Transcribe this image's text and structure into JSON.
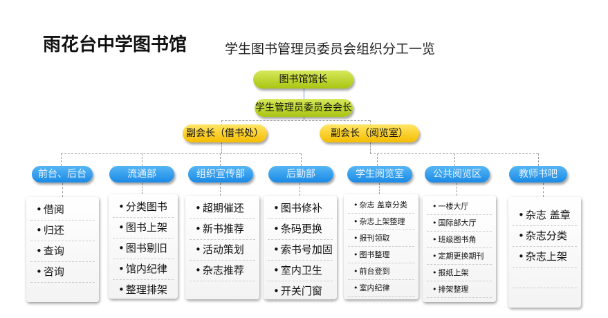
{
  "title": "雨花台中学图书馆",
  "subtitle": "学生图书管理员委员会组织分工一览",
  "top": "图书馆馆长",
  "chair": "学生管理员委员会会长",
  "vice": [
    "副会长（借书处）",
    "副会长（阅览室）"
  ],
  "departments": [
    {
      "name": "前台、后台",
      "items": [
        "借阅",
        "归还",
        "查询",
        "咨询"
      ]
    },
    {
      "name": "流通部",
      "items": [
        "分类图书",
        "图书上架",
        "图书剔旧",
        "馆内纪律",
        "整理排架"
      ]
    },
    {
      "name": "组织宣传部",
      "items": [
        "超期催还",
        "新书推荐",
        "活动策划",
        "杂志推荐"
      ]
    },
    {
      "name": "后勤部",
      "items": [
        "图书修补",
        "条码更换",
        "索书号加固",
        "室内卫生",
        "开关门窗"
      ]
    },
    {
      "name": "学生阅览室",
      "items": [
        "杂志 盖章分类",
        "杂志上架整理",
        "报刊领取",
        "图书整理",
        "前台登到",
        "室内纪律"
      ]
    },
    {
      "name": "公共阅览区",
      "items": [
        "一楼大厅",
        "国际部大厅",
        "班级图书角",
        "定期更换期刊",
        "报纸上架",
        "排架整理"
      ]
    },
    {
      "name": "教师书吧",
      "items": [
        "杂志 盖章",
        "杂志分类",
        "杂志上架"
      ]
    }
  ]
}
